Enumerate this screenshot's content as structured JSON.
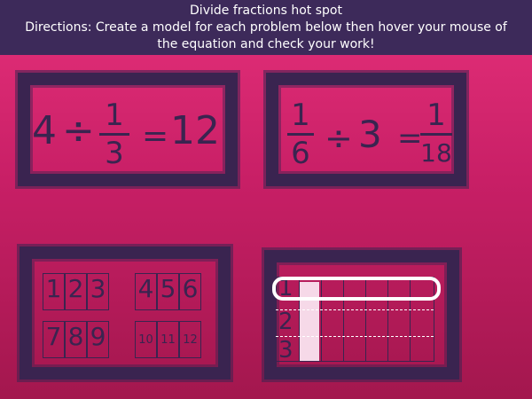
{
  "header": {
    "title": "Divide fractions hot spot",
    "directions_line1": "Directions: Create a model for each problem below then hover your mouse of",
    "directions_line2": "the equation and check your work!"
  },
  "problem1": {
    "whole": "4",
    "operator": "÷",
    "fraction": {
      "numerator": "1",
      "denominator": "3"
    },
    "equals": "=",
    "answer": "12"
  },
  "problem2": {
    "fraction": {
      "numerator": "1",
      "denominator": "6"
    },
    "operator": "÷",
    "whole": "3",
    "equals": "=",
    "answer_fraction": {
      "numerator": "1",
      "denominator": "18"
    }
  },
  "model1": {
    "groups": [
      [
        "1",
        "2",
        "3"
      ],
      [
        "4",
        "5",
        "6"
      ],
      [
        "7",
        "8",
        "9"
      ],
      [
        "10",
        "11",
        "12"
      ]
    ]
  },
  "model2": {
    "row_labels": [
      "1",
      "2",
      "3"
    ],
    "columns": 6,
    "shaded_column": 1
  },
  "colors": {
    "header_bg": "#3d2a5a",
    "frame": "#3a2450",
    "background": "#d3236c",
    "highlight": "#f6d9e8"
  }
}
